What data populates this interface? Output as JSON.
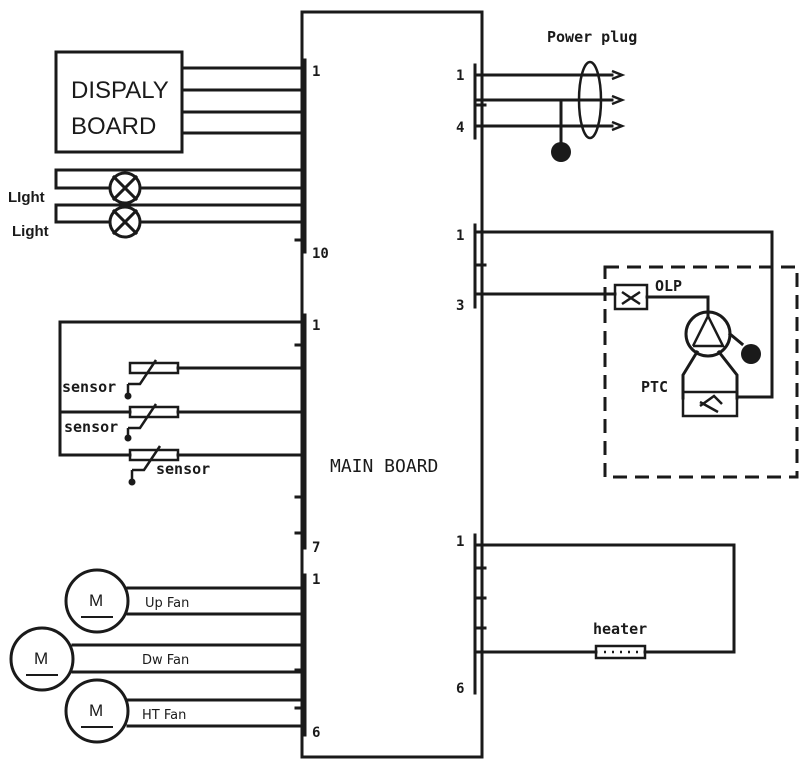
{
  "main_board": {
    "label": "MAIN BOARD"
  },
  "display_board": {
    "label_line1": "DISPALY",
    "label_line2": "BOARD"
  },
  "lights": {
    "label_1": "LIght",
    "label_2": "Light"
  },
  "connector_display": {
    "pin_first": "1",
    "pin_last": "10"
  },
  "connector_sensors": {
    "pin_first": "1",
    "pin_last": "7"
  },
  "connector_fans": {
    "pin_first": "1",
    "pin_last": "6"
  },
  "connector_power": {
    "pin_first": "1",
    "pin_last": "4"
  },
  "connector_compressor": {
    "pin_first": "1",
    "pin_last": "3"
  },
  "connector_heater": {
    "pin_first": "1",
    "pin_last": "6"
  },
  "power_plug": {
    "label": "Power plug"
  },
  "compressor": {
    "olp_label": "OLP",
    "ptc_label": "PTC"
  },
  "sensors": [
    "sensor",
    "sensor",
    "sensor"
  ],
  "fans": [
    {
      "motor": "M",
      "label": "Up Fan"
    },
    {
      "motor": "M",
      "label": "Dw Fan"
    },
    {
      "motor": "M",
      "label": "HT Fan"
    }
  ],
  "heater": {
    "label": "heater"
  }
}
